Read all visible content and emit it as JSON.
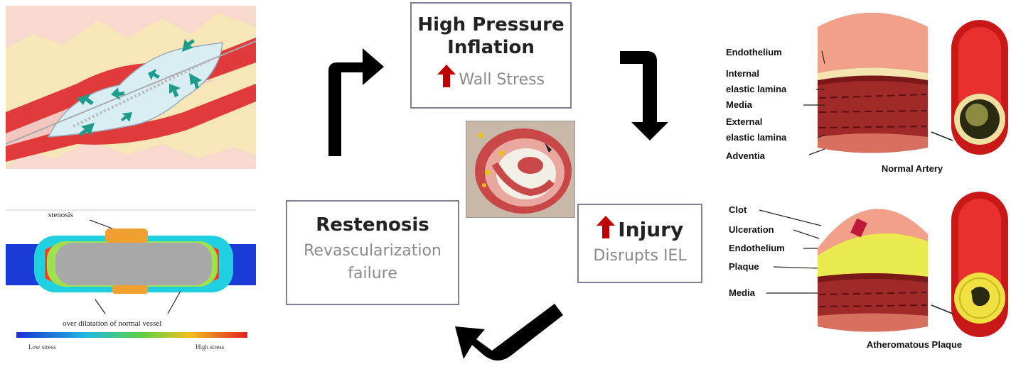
{
  "cycle": {
    "top": {
      "title_line1": "High Pressure",
      "title_line2": "Inflation",
      "sub": "Wall Stress"
    },
    "right": {
      "title": "Injury",
      "sub": "Disrupts IEL"
    },
    "left": {
      "title": "Restenosis",
      "sub_line1": "Revascularization",
      "sub_line2": "failure"
    }
  },
  "stress_map": {
    "stenosis_label": "stenosis",
    "dilatation_label": "over dilatation of normal vessel",
    "low_label": "Low stress",
    "high_label": "High stress"
  },
  "normal_artery": {
    "labels": [
      "Endothelium",
      "Internal",
      "elastic lamina",
      "Media",
      "External",
      "elastic lamina",
      "Adventia"
    ],
    "caption": "Normal Artery"
  },
  "atheromatous": {
    "labels": [
      "Clot",
      "Ulceration",
      "Endothelium",
      "Plaque",
      "Media"
    ],
    "caption": "Atheromatous Plaque"
  },
  "colors": {
    "arrow_up": "#c00000",
    "box_border": "#7f7f9a"
  }
}
